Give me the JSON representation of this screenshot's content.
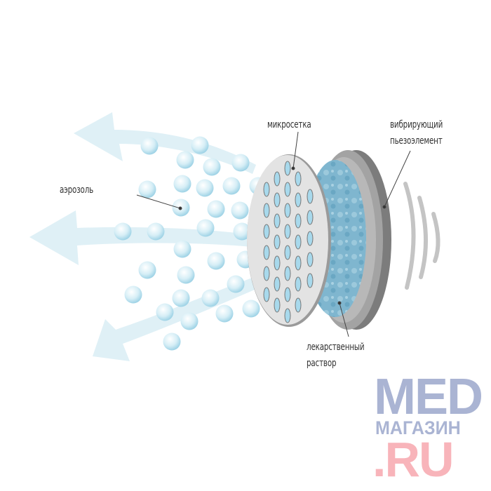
{
  "labels": {
    "mesh": "микросетка",
    "piezo_line1": "вибрирующий",
    "piezo_line2": "пьезоэлемент",
    "aerosol": "аэрозоль",
    "solution_line1": "лекарственный",
    "solution_line2": "раствор"
  },
  "logo": {
    "med": "MED",
    "magazin": "МАГАЗИН",
    "ru": ".RU"
  },
  "colors": {
    "arrow": "#dff0f6",
    "bubble": "#cdeaf3",
    "liquid": "#7fb6cf",
    "mesh": "#e3e3e3",
    "piezo": "#8a8a8a",
    "logo_blue": "#aab4d3",
    "logo_pink": "#f8b4ba"
  }
}
